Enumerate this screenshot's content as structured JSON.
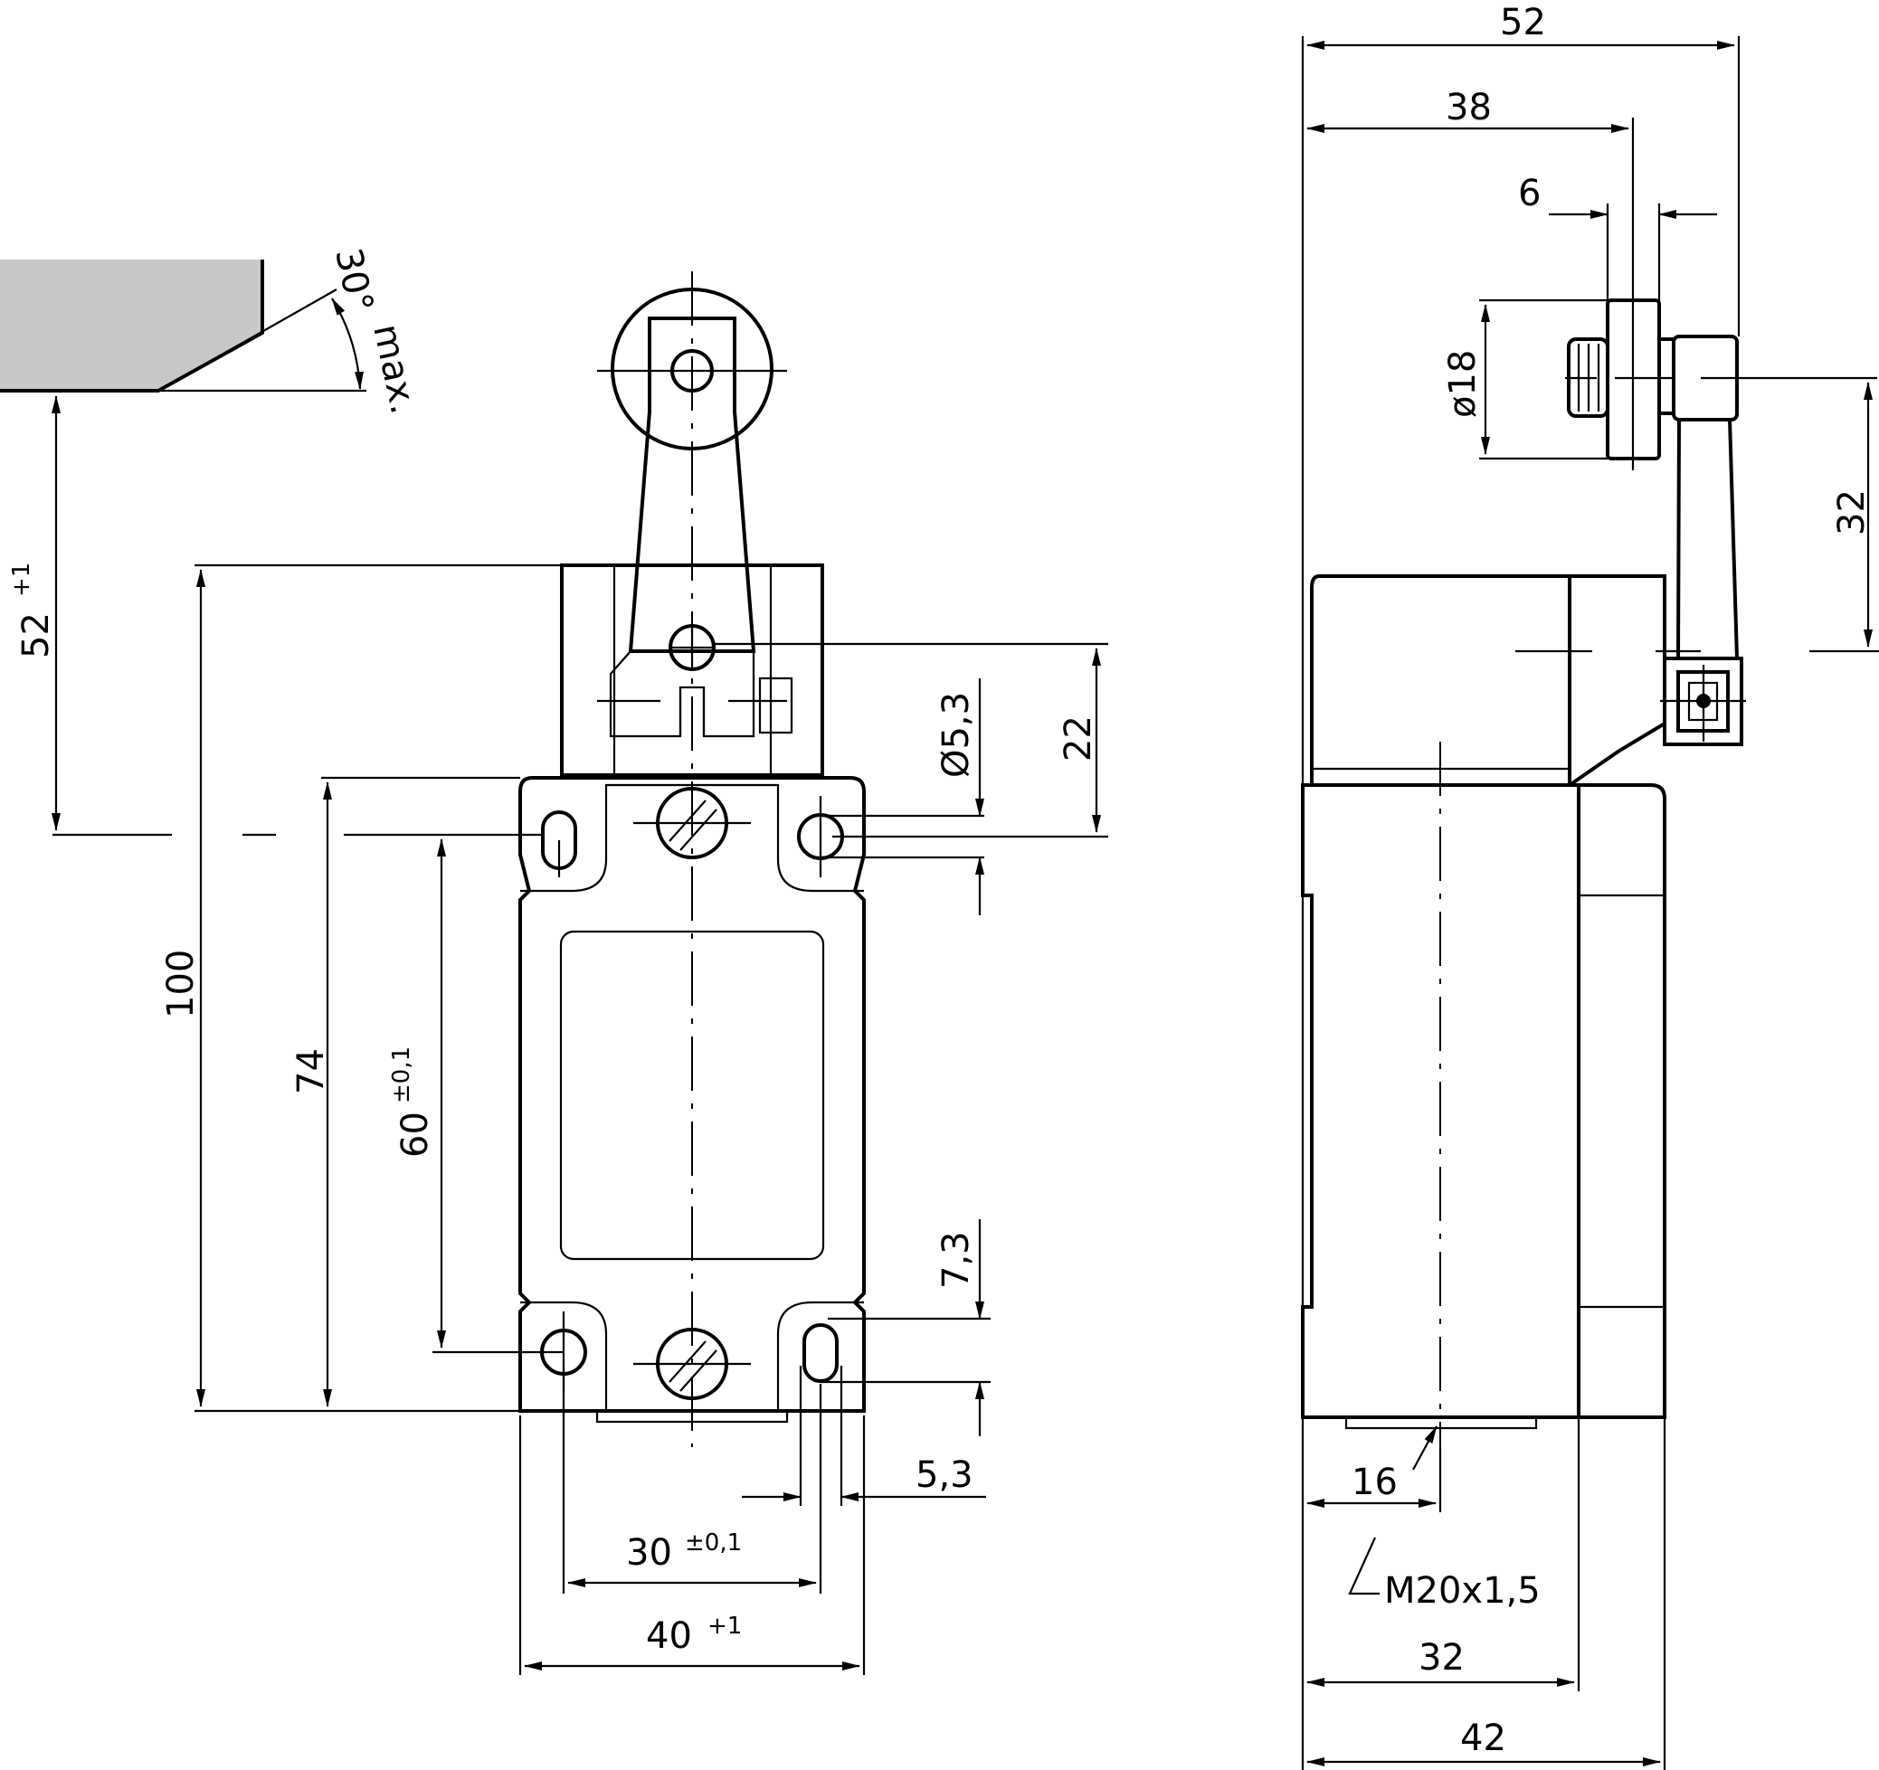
{
  "side_view": {
    "dim_52": "52",
    "dim_38": "38",
    "dim_6": "6",
    "dim_dia18": "ø18",
    "dim_32_right": "32",
    "dim_16": "16",
    "thread": "M20x1,5",
    "dim_32_bottom": "32",
    "dim_42": "42"
  },
  "front_view": {
    "dim_52": "52",
    "dim_52_tol": "+1",
    "dim_100": "100",
    "dim_74": "74",
    "dim_60": "60",
    "dim_60_tol": "±0,1",
    "dim_hole": "Ø5,3",
    "dim_22": "22",
    "dim_7_3": "7,3",
    "dim_5_3": "5,3",
    "dim_30": "30",
    "dim_30_tol": "±0,1",
    "dim_40": "40",
    "dim_40_tol": "+1"
  },
  "cam": {
    "angle": "30°",
    "angle_note": "max."
  }
}
